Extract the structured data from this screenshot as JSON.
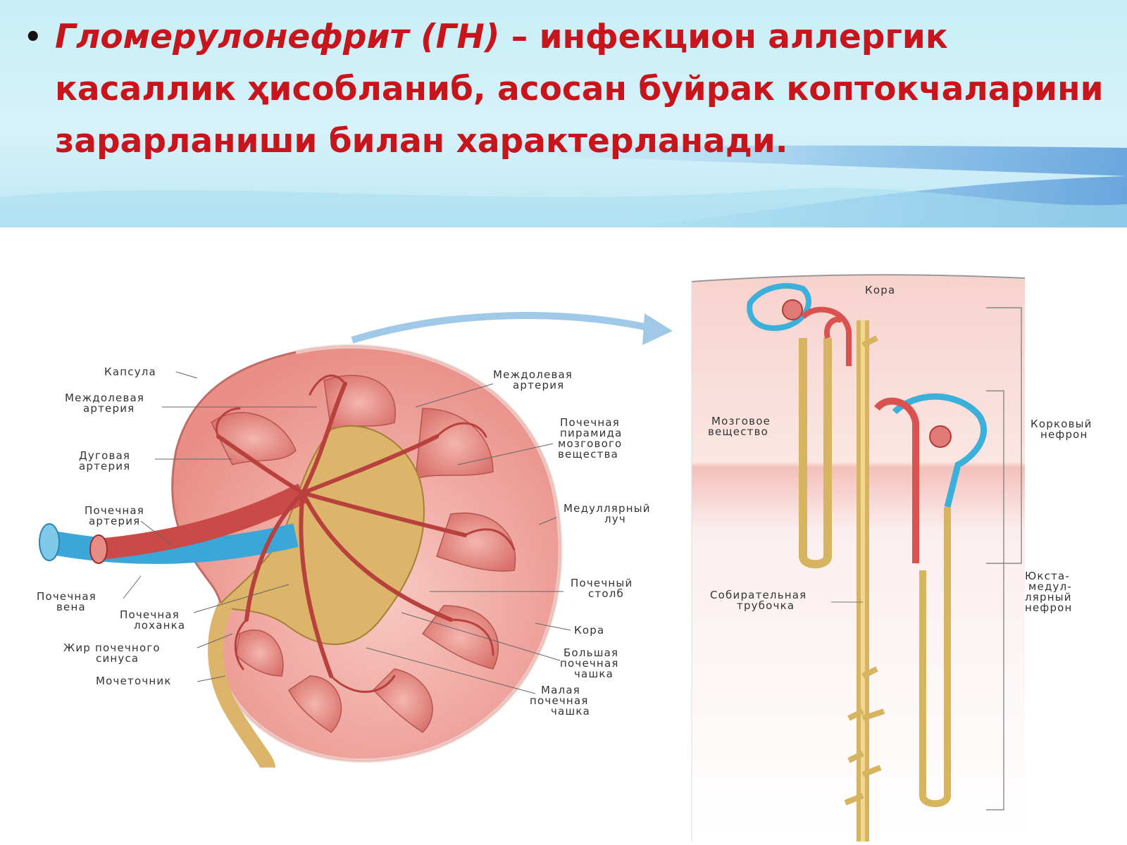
{
  "title": {
    "term": "Гломерулонефрит (ГН)",
    "rest": " – инфекцион аллергик касаллик ҳисобланиб,  асосан буйрак коптокчаларини зарарланиши билан характерланади."
  },
  "kidney_labels": {
    "capsule": "Капсула",
    "interlobar_left_1": "Междолевая",
    "interlobar_left_2": "артерия",
    "arcuate_1": "Дуговая",
    "arcuate_2": "артерия",
    "renal_artery_1": "Почечная",
    "renal_artery_2": "артерия",
    "renal_vein_1": "Почечная",
    "renal_vein_2": "вена",
    "pelvis_1": "Почечная",
    "pelvis_2": "лоханка",
    "sinus_fat_1": "Жир почечного",
    "sinus_fat_2": "синуса",
    "ureter": "Мочеточник",
    "interlobar_right_1": "Междолевая",
    "interlobar_right_2": "артерия",
    "pyramid_1": "Почечная",
    "pyramid_2": "пирамида",
    "pyramid_3": "мозгового",
    "pyramid_4": "вещества",
    "medullary_ray_1": "Медуллярный",
    "medullary_ray_2": "луч",
    "column_1": "Почечный",
    "column_2": "столб",
    "cortex": "Кора",
    "major_calyx_1": "Большая",
    "major_calyx_2": "почечная",
    "major_calyx_3": "чашка",
    "minor_calyx_1": "Малая",
    "minor_calyx_2": "почечная",
    "minor_calyx_3": "чашка"
  },
  "nephron_labels": {
    "cortex": "Кора",
    "medulla_1": "Мозговое",
    "medulla_2": "вещество",
    "cortical_nephron_1": "Корковый",
    "cortical_nephron_2": "нефрон",
    "collecting_duct_1": "Собирательная",
    "collecting_duct_2": "трубочка",
    "juxta_1": "Юкста-",
    "juxta_2": "медул-",
    "juxta_3": "лярный",
    "juxta_4": "нефрон"
  },
  "colors": {
    "title_red": "#c8141b",
    "artery": "#c94a47",
    "vein": "#3aa7d8",
    "pelvis": "#d8b45e",
    "cortex_pink": "#f2b3ad"
  }
}
